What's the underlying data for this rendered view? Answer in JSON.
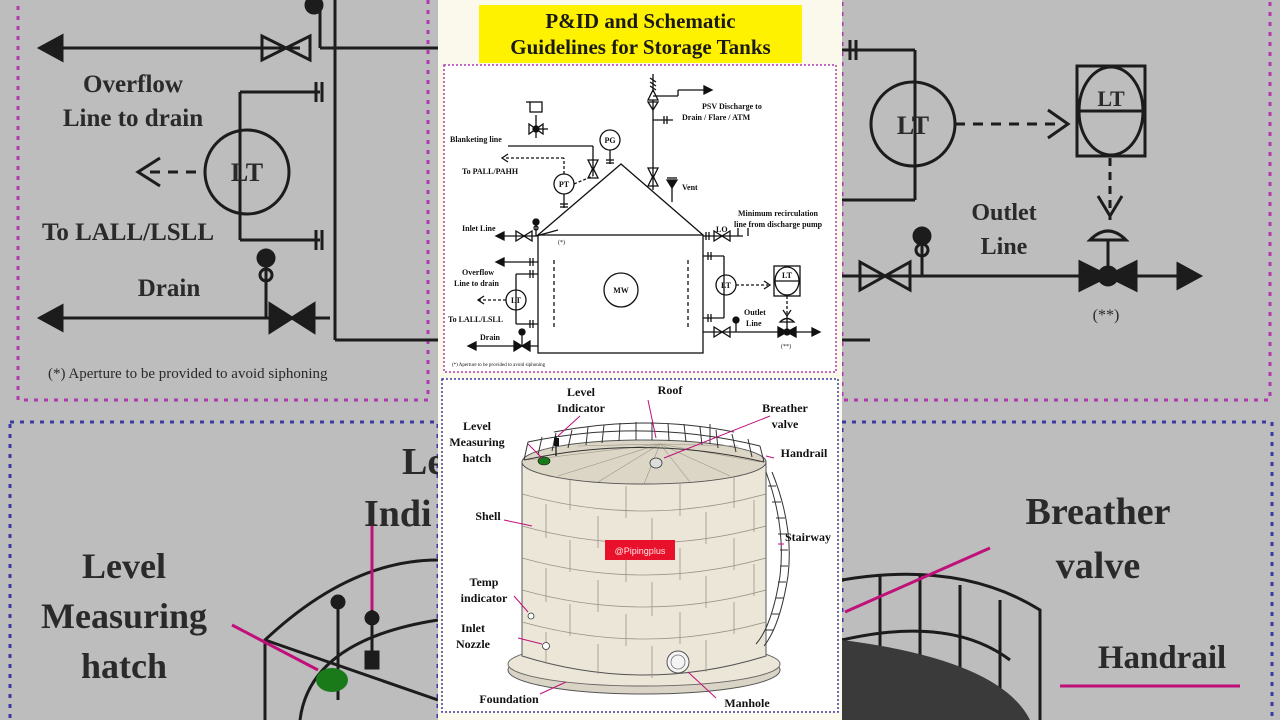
{
  "title": {
    "line1": "P&ID and Schematic",
    "line2": "Guidelines for Storage Tanks"
  },
  "colors": {
    "title_bg": "#fff200",
    "dotted_border_top": "#b03ab0",
    "dotted_border_bottom": "#3a3aa0",
    "watermark_bg": "#e8102a",
    "hatch_green": "#1a7a1a",
    "arrow_magenta": "#c0107a"
  },
  "pid": {
    "psv_label_1": "PSV Discharge to",
    "psv_label_2": "Drain / Flare / ATM",
    "pg": "PG",
    "blanketing": "Blanketing line",
    "pall": "To PALL/PAHH",
    "pt": "PT",
    "vent": "Vent",
    "min_recirc_1": "Minimum recirculation",
    "min_recirc_2": "line from discharge pump",
    "inlet": "Inlet Line",
    "lo": "LO",
    "aperture_mark": "(*)",
    "overflow_1": "Overflow",
    "overflow_2": "Line to drain",
    "mw": "MW",
    "lt": "LT",
    "lali": "To LALL/LSLL",
    "outlet_1": "Outlet",
    "outlet_2": "Line",
    "drain": "Drain",
    "double_star": "(**)",
    "footnote": "(*) Aperture to be provided to avoid siphoning"
  },
  "tank": {
    "level_indicator_1": "Level",
    "level_indicator_2": "Indicator",
    "roof": "Roof",
    "breather_1": "Breather",
    "breather_2": "valve",
    "level_hatch_1": "Level",
    "level_hatch_2": "Measuring",
    "level_hatch_3": "hatch",
    "handrail": "Handrail",
    "shell": "Shell",
    "stairway": "Stairway",
    "watermark": "@Pipingplus",
    "temp_1": "Temp",
    "temp_2": "indicator",
    "inlet_1": "Inlet",
    "inlet_2": "Nozzle",
    "foundation": "Foundation",
    "manhole": "Manhole"
  },
  "bg_left": {
    "overflow_1": "Overflow",
    "overflow_2": "Line to drain",
    "lt": "LT",
    "lali": "To LALL/LSLL",
    "drain": "Drain",
    "footnote": "(*) Aperture to be provided to avoid siphoning",
    "level_1": "Level",
    "level_2": "Measuring",
    "level_3": "hatch",
    "partial_1": "Le",
    "partial_2": "Indi"
  },
  "bg_right": {
    "lt": "LT",
    "outlet_1": "Outlet",
    "outlet_2": "Line",
    "double_star": "(**)",
    "breather_1": "Breather",
    "breather_2": "valve",
    "handrail": "Handrail"
  }
}
